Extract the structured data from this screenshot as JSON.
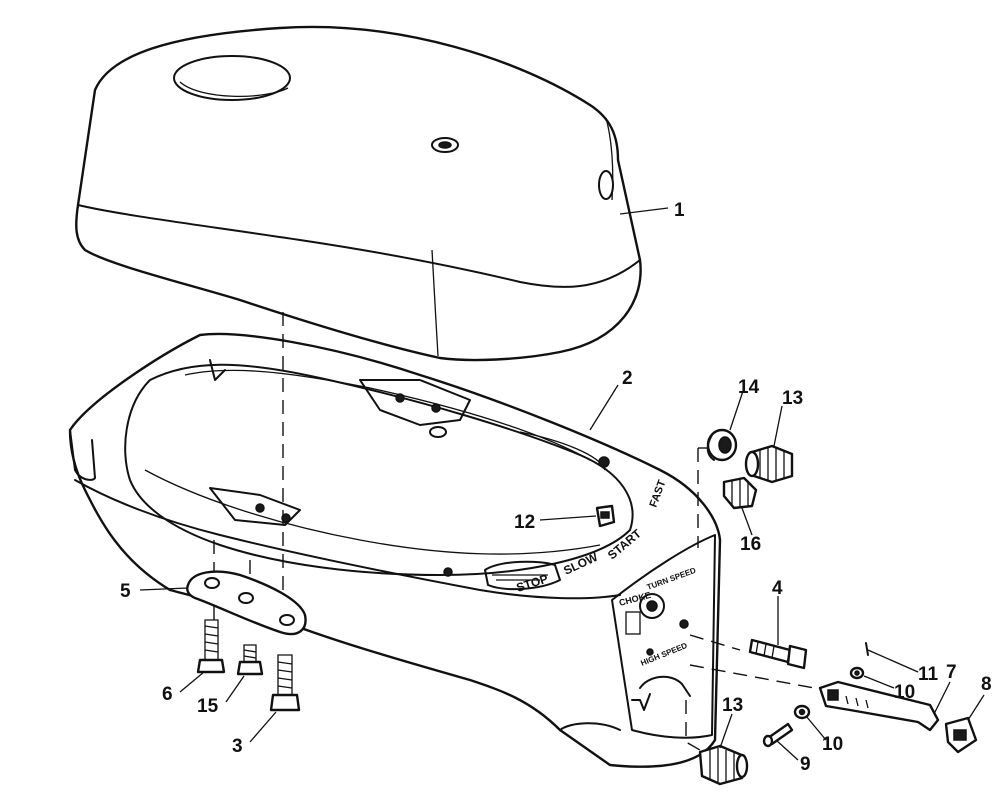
{
  "diagram": {
    "callouts": [
      {
        "id": "1",
        "text": "1"
      },
      {
        "id": "2",
        "text": "2"
      },
      {
        "id": "3",
        "text": "3"
      },
      {
        "id": "4",
        "text": "4"
      },
      {
        "id": "5",
        "text": "5"
      },
      {
        "id": "6",
        "text": "6"
      },
      {
        "id": "7",
        "text": "7"
      },
      {
        "id": "8",
        "text": "8"
      },
      {
        "id": "9",
        "text": "9"
      },
      {
        "id": "10a",
        "text": "10"
      },
      {
        "id": "10b",
        "text": "10"
      },
      {
        "id": "11",
        "text": "11"
      },
      {
        "id": "12",
        "text": "12"
      },
      {
        "id": "13a",
        "text": "13"
      },
      {
        "id": "13b",
        "text": "13"
      },
      {
        "id": "14",
        "text": "14"
      },
      {
        "id": "15",
        "text": "15"
      },
      {
        "id": "16",
        "text": "16"
      }
    ],
    "decal_text": {
      "stop": "STOP",
      "slow": "SLOW",
      "start": "START",
      "fast": "FAST",
      "choke": "CHOKE",
      "turn_speed": "TURN SPEED",
      "high_speed": "HIGH SPEED"
    }
  }
}
